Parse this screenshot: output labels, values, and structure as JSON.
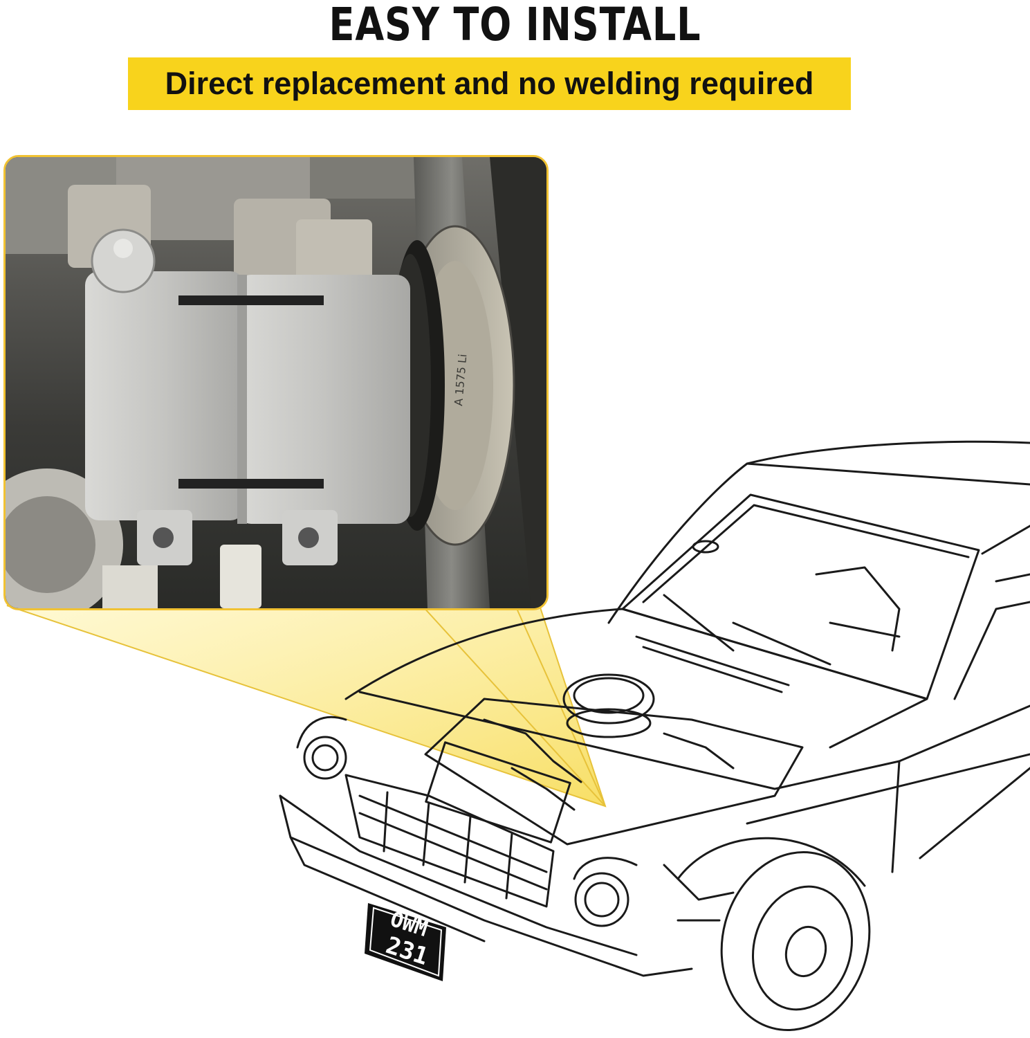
{
  "header": {
    "title": "EASY TO INSTALL",
    "subtitle": "Direct replacement and no welding required"
  },
  "colors": {
    "banner": "#f8d31c",
    "inset_border": "#f1c232",
    "callout_fill": "#fbe58a",
    "ink": "#111111"
  },
  "illustration": {
    "inset_photo": "AC compressor mounted on engine with belt pulley",
    "belt_markings": "A 1575 Li",
    "car_drawing": "line drawing of car with open hood",
    "license_plate": [
      "OWM",
      "231"
    ]
  }
}
